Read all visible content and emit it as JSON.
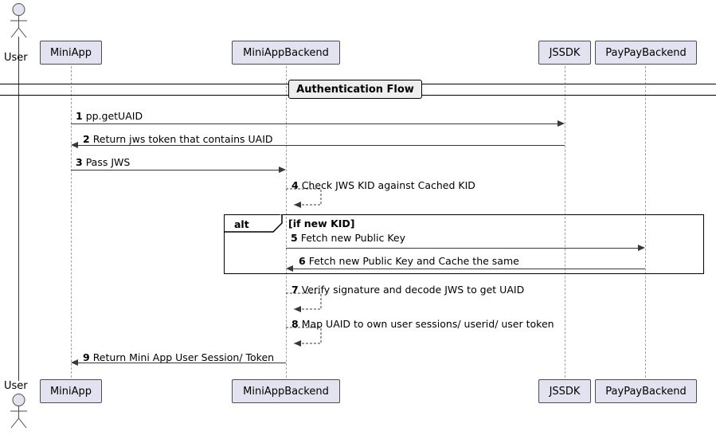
{
  "diagram": {
    "title": "Authentication Flow",
    "type": "sequence-diagram",
    "actors": [
      {
        "name": "User",
        "label": "User"
      }
    ],
    "participants": [
      {
        "id": "miniapp",
        "label": "MiniApp"
      },
      {
        "id": "miniappbackend",
        "label": "MiniAppBackend"
      },
      {
        "id": "jssdk",
        "label": "JSSDK"
      },
      {
        "id": "paypaybackend",
        "label": "PayPayBackend"
      }
    ],
    "fragment": {
      "operator": "alt",
      "condition": "[if new KID]"
    },
    "messages": [
      {
        "num": "1",
        "text": "pp.getUAID"
      },
      {
        "num": "2",
        "text": "Return jws token that contains UAID"
      },
      {
        "num": "3",
        "text": "Pass JWS"
      },
      {
        "num": "4",
        "text": "Check JWS KID against Cached KID"
      },
      {
        "num": "5",
        "text": "Fetch new Public Key"
      },
      {
        "num": "6",
        "text": "Fetch new Public Key and Cache the same"
      },
      {
        "num": "7",
        "text": "Verify signature and decode JWS to get UAID"
      },
      {
        "num": "8",
        "text": "Map UAID to own user sessions/ userid/ user token"
      },
      {
        "num": "9",
        "text": "Return Mini App User Session/ Token"
      }
    ],
    "colors": {
      "participant_fill": "#E2E2F0",
      "participant_border": "#4D4D4D",
      "lifeline": "#A0A0A0",
      "arrow": "#383838",
      "divider_fill": "#EEEEEE"
    }
  }
}
